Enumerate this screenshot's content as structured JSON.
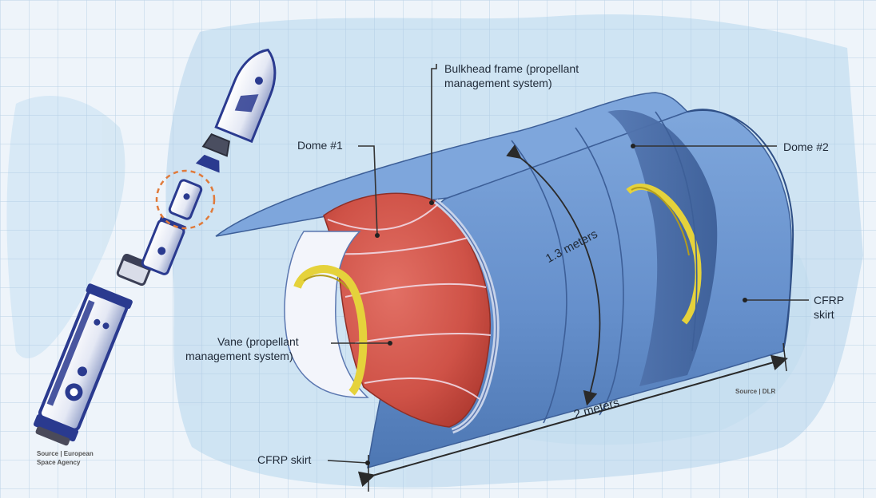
{
  "labels": {
    "bulkhead_frame": "Bulkhead frame (propellant management system)",
    "bulkhead_frame_line1": "Bulkhead frame (propellant",
    "bulkhead_frame_line2": "management system)",
    "dome1": "Dome #1",
    "dome2": "Dome #2",
    "height_dim": "1.3 meters",
    "length_dim": "2 meters",
    "cfrp_skirt_right_line1": "CFRP",
    "cfrp_skirt_right_line2": "skirt",
    "cfrp_skirt_bottom": "CFRP skirt",
    "vane_line1": "Vane (propellant",
    "vane_line2": "management system)",
    "source_dlr": "Source | DLR",
    "source_esa_line1": "Source | European",
    "source_esa_line2": "Space Agency"
  },
  "colors": {
    "paper": "#e4eef7",
    "watercolor": "#b8d6ec",
    "grid": "#a9c6e0",
    "tank_blue": "#6c95cf",
    "tank_blue_dark": "#4a72ad",
    "dome_red": "#d2564a",
    "vane_yellow": "#e5d23b",
    "leader": "#333333",
    "rocket_navy": "#2a3a8f",
    "highlight_orange": "#e07a3a"
  }
}
